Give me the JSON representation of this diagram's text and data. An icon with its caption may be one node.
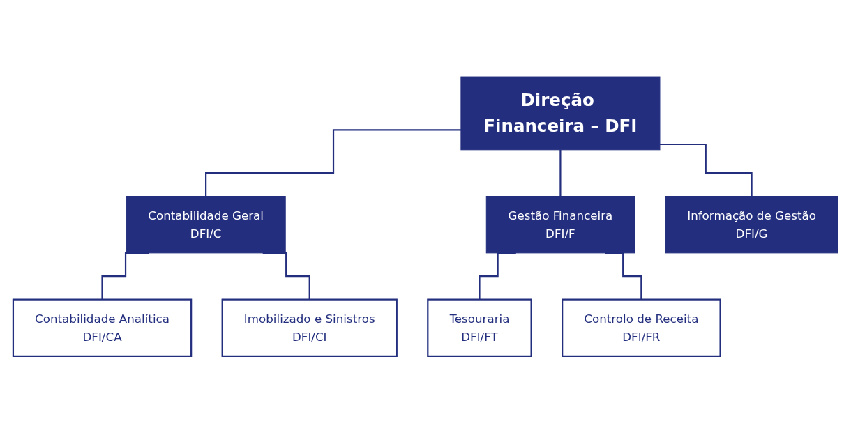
{
  "diagram": {
    "nodes": [
      {
        "text": [
          "Direção Financeira – DFI"
        ]
      },
      {
        "text": [
          "Contabilidade Geral",
          "DFI/C"
        ]
      },
      {
        "text": [
          "Gestão Financeira",
          "DFI/F"
        ]
      },
      {
        "text": [
          "Informação de Gestão",
          "DFI/G"
        ]
      },
      {
        "text": [
          "Contabilidade Analítica",
          "DFI/CA"
        ]
      },
      {
        "text": [
          "Imobilizado e Sinistros",
          "DFI/CI"
        ]
      },
      {
        "text": [
          "Tesouraria",
          "DFI/FT"
        ]
      },
      {
        "text": [
          "Controlo de Receita",
          "DFI/FR"
        ]
      }
    ],
    "edges": [
      {
        "from": 0,
        "to": 1,
        "arrow": "none"
      },
      {
        "from": 0,
        "to": 2,
        "arrow": "none"
      },
      {
        "from": 0,
        "to": 3,
        "arrow": "none"
      },
      {
        "from": 1,
        "to": 4,
        "arrow": "none"
      },
      {
        "from": 1,
        "to": 5,
        "arrow": "none"
      },
      {
        "from": 2,
        "to": 6,
        "arrow": "none"
      },
      {
        "from": 2,
        "to": 7,
        "arrow": "none"
      }
    ]
  }
}
